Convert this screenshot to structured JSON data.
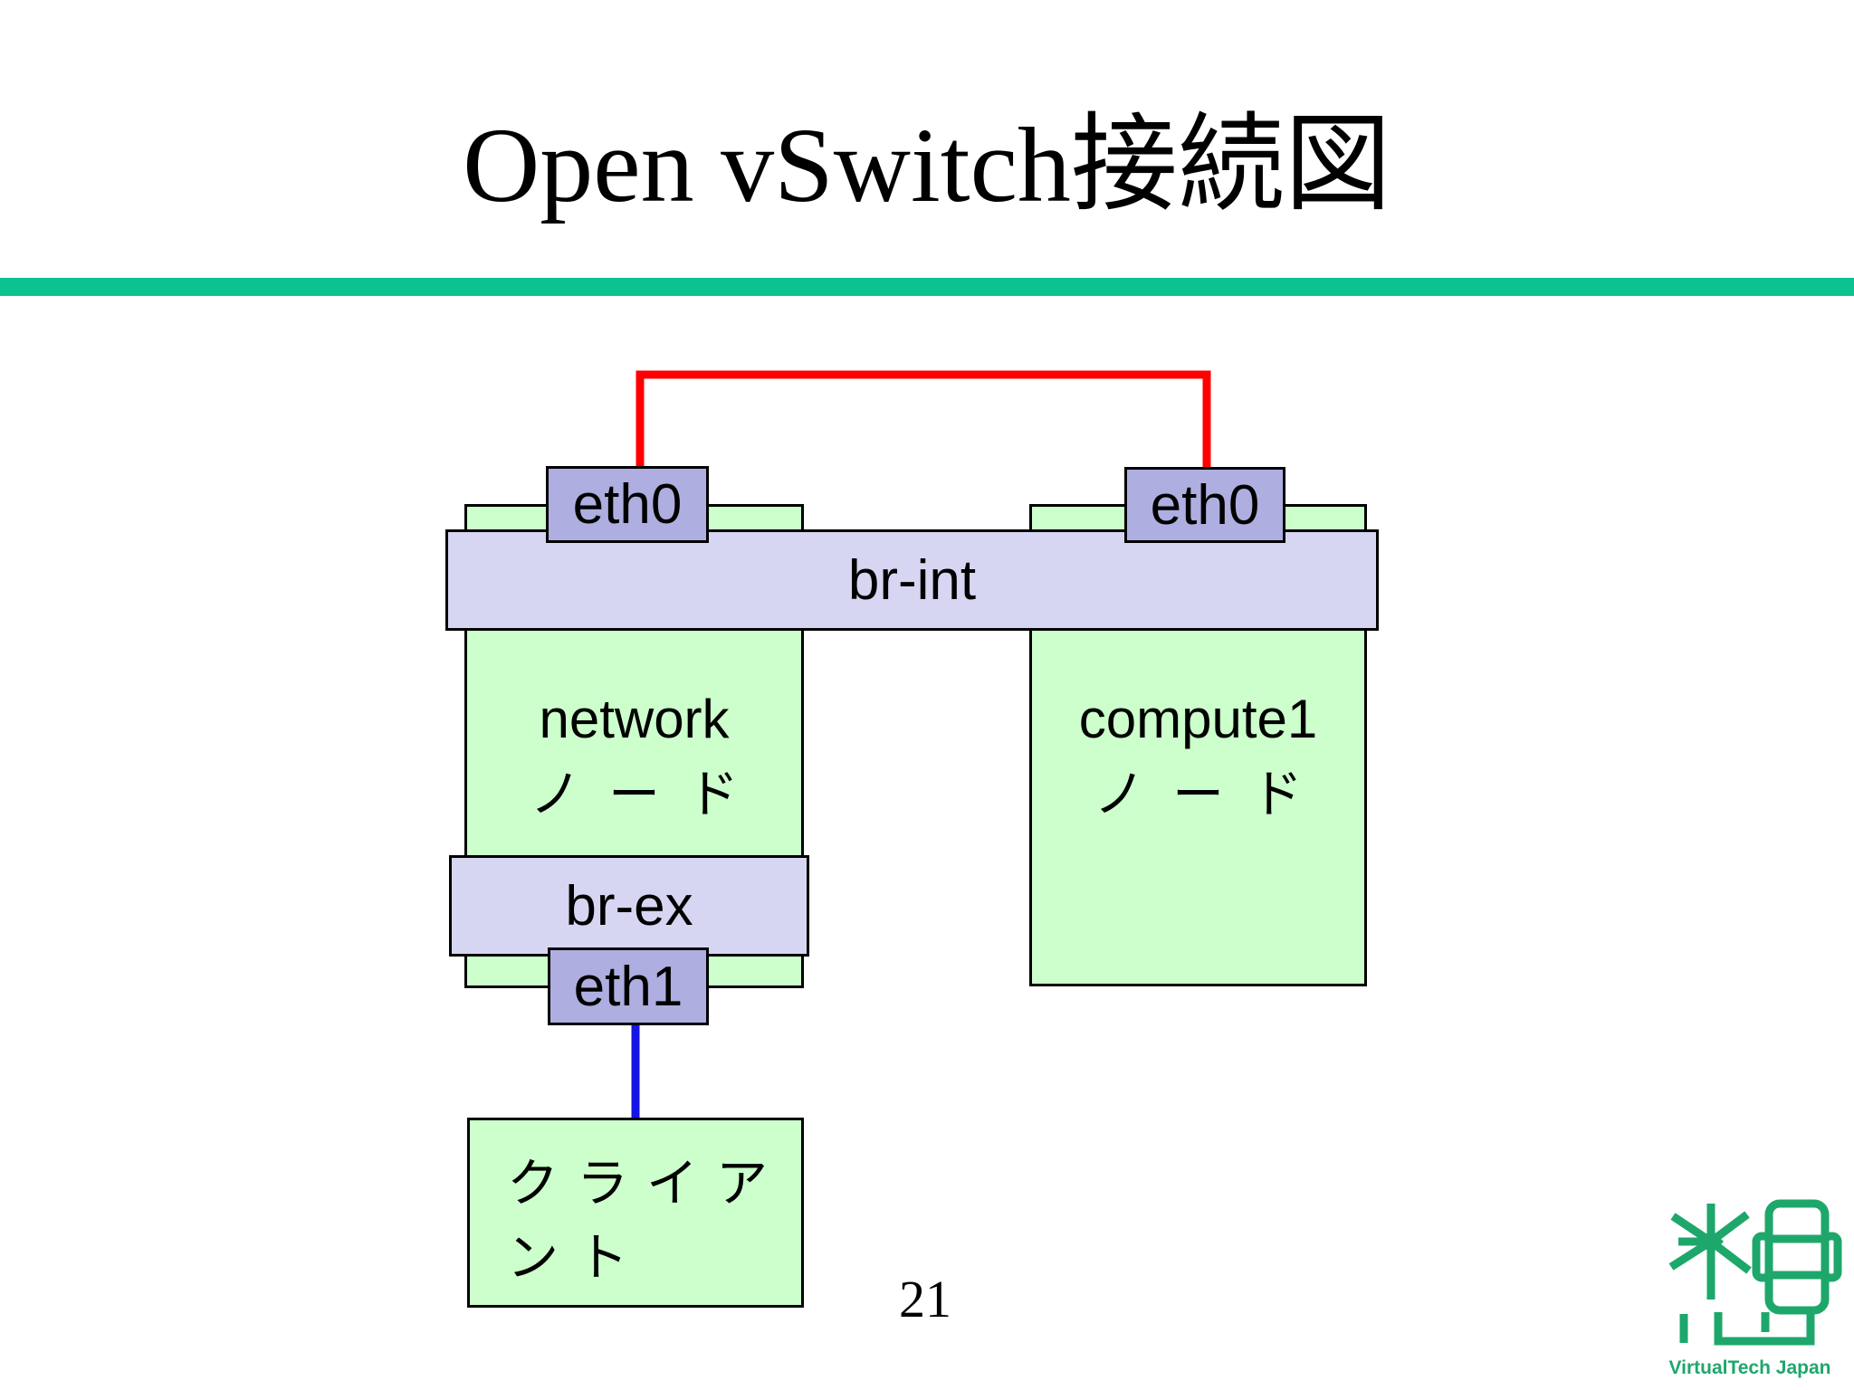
{
  "colors": {
    "text": "#000000",
    "border": "#000000",
    "divider": "#0cc28e",
    "node_fill": "#ccffcc",
    "bridge_fill": "#d6d6f2",
    "interface_fill": "#aeaee0",
    "link_red": "#ff0000",
    "link_blue": "#1414e6",
    "logo_green": "#1ea76b"
  },
  "slide": {
    "title": "Open vSwitch接続図",
    "page_number": "21"
  },
  "diagram": {
    "bridges": {
      "br_int": "br-int",
      "br_ex": "br-ex"
    },
    "interfaces": {
      "eth0_left": "eth0",
      "eth0_right": "eth0",
      "eth1": "eth1"
    },
    "nodes": {
      "network": {
        "name": "network",
        "type_label": "ノード"
      },
      "compute1": {
        "name": "compute1",
        "type_label": "ノード"
      },
      "client": {
        "label": "クライアント",
        "lines": [
          "クライア",
          "ント"
        ]
      }
    }
  },
  "logo": {
    "text": "VirtualTech Japan"
  }
}
